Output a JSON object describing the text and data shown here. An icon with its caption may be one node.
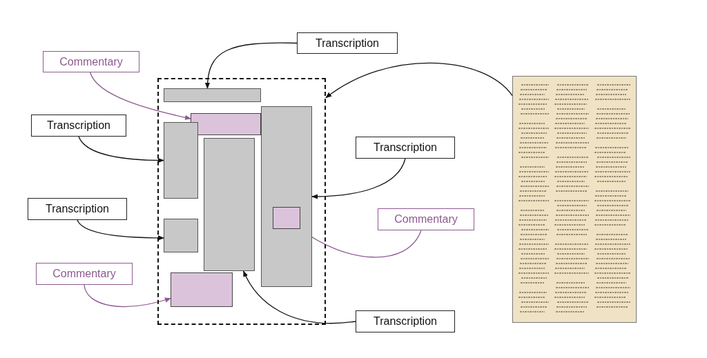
{
  "diagram": {
    "nodes": [
      {
        "text": [
          "Transcription"
        ]
      },
      {
        "text": [
          "Commentary"
        ]
      },
      {
        "text": [],
        "shape": "box"
      },
      {
        "text": [],
        "shape": "box",
        "in": 2
      },
      {
        "text": [],
        "shape": "box",
        "in": 2
      },
      {
        "text": [],
        "shape": "box",
        "in": 2
      },
      {
        "text": [],
        "shape": "box",
        "in": 2
      },
      {
        "text": [],
        "shape": "box",
        "in": 2
      },
      {
        "text": [],
        "shape": "box",
        "in": 7
      },
      {
        "text": [],
        "shape": "box",
        "in": 2
      },
      {
        "text": [],
        "shape": "box",
        "in": 2
      },
      {
        "text": [
          "Transcription"
        ]
      },
      {
        "text": [
          "Transcription"
        ]
      },
      {
        "text": [
          "Transcription"
        ]
      },
      {
        "text": [
          "Commentary"
        ]
      },
      {
        "text": [
          "Commentary"
        ]
      },
      {
        "text": [
          "Transcription"
        ]
      },
      {
        "text": [],
        "shape": "picture"
      }
    ],
    "edges": [
      {
        "from": 0,
        "to": 3,
        "arrow": "to"
      },
      {
        "from": 1,
        "to": 5,
        "arrow": "to",
        "color": "#8e5a91"
      },
      {
        "from": 11,
        "to": 6,
        "arrow": "to"
      },
      {
        "from": 13,
        "to": 9,
        "arrow": "to"
      },
      {
        "from": 15,
        "to": 10,
        "arrow": "to",
        "color": "#8e5a91"
      },
      {
        "from": 12,
        "to": 7,
        "arrow": "to"
      },
      {
        "from": 14,
        "to": 8,
        "arrow": "to",
        "color": "#8e5a91"
      },
      {
        "from": 16,
        "to": 4,
        "arrow": "to"
      },
      {
        "from": 17,
        "to": 2,
        "arrow": "to"
      }
    ]
  }
}
